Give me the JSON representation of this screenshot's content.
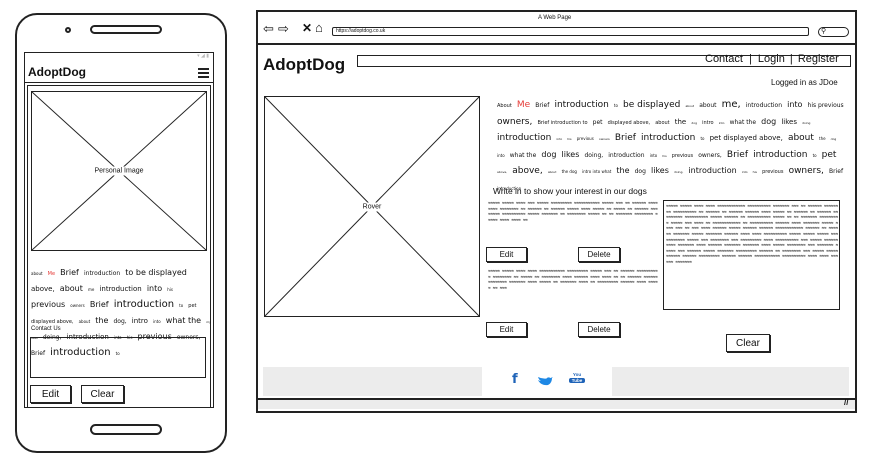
{
  "phone": {
    "logo": "AdoptDog",
    "image_label": "Personal Image",
    "bio_words": [
      {
        "t": "about",
        "s": 4
      },
      {
        "t": "Me",
        "s": 5,
        "c": "#e53935"
      },
      {
        "t": "Brief",
        "s": 8
      },
      {
        "t": "introduction",
        "s": 6
      },
      {
        "t": "to be displayed",
        "s": 8
      },
      {
        "t": "above,",
        "s": 7
      },
      {
        "t": "about",
        "s": 8
      },
      {
        "t": "me",
        "s": 4
      },
      {
        "t": "introduction",
        "s": 7
      },
      {
        "t": "into",
        "s": 8
      },
      {
        "t": "his",
        "s": 4
      },
      {
        "t": "previous",
        "s": 8
      },
      {
        "t": "owners",
        "s": 4
      },
      {
        "t": "Brief",
        "s": 8
      },
      {
        "t": "introduction",
        "s": 10
      },
      {
        "t": "to",
        "s": 4
      },
      {
        "t": "pet displayed above,",
        "s": 5
      },
      {
        "t": "about",
        "s": 4
      },
      {
        "t": "the",
        "s": 8
      },
      {
        "t": "dog,",
        "s": 6
      },
      {
        "t": "intro",
        "s": 7
      },
      {
        "t": "into",
        "s": 4
      },
      {
        "t": "what the",
        "s": 8
      },
      {
        "t": "my likes",
        "s": 3
      },
      {
        "t": "doing,",
        "s": 6
      },
      {
        "t": "introduction",
        "s": 7
      },
      {
        "t": "into",
        "s": 4
      },
      {
        "t": "his",
        "s": 4
      },
      {
        "t": "previous",
        "s": 8
      },
      {
        "t": "owners,",
        "s": 6
      },
      {
        "t": "Brief",
        "s": 6
      },
      {
        "t": "introduction",
        "s": 10
      },
      {
        "t": "to",
        "s": 4
      }
    ],
    "contact_label": "Contact Us",
    "edit_label": "Edit",
    "clear_label": "Clear"
  },
  "browser": {
    "title": "A Web Page",
    "url": "https://adoptdog.co.uk"
  },
  "site": {
    "logo": "AdoptDog",
    "nav": {
      "contact": "Contact",
      "sep1": "|",
      "login": "Login",
      "sep2": "|",
      "register": "Register"
    },
    "logged_in": "Logged in as JDoe",
    "image_label": "Rover",
    "bio_words": [
      {
        "t": "About",
        "s": 5
      },
      {
        "t": "Me",
        "s": 9,
        "c": "#e53935"
      },
      {
        "t": "Brief",
        "s": 6
      },
      {
        "t": "introduction",
        "s": 9
      },
      {
        "t": "to",
        "s": 4
      },
      {
        "t": "be displayed",
        "s": 9
      },
      {
        "t": "about",
        "s": 3
      },
      {
        "t": "about",
        "s": 6
      },
      {
        "t": "me,",
        "s": 10
      },
      {
        "t": "introduction",
        "s": 6
      },
      {
        "t": "into",
        "s": 8
      },
      {
        "t": "his previous",
        "s": 6
      },
      {
        "t": "owners,",
        "s": 9
      },
      {
        "t": "Brief introduction to",
        "s": 5
      },
      {
        "t": "pet",
        "s": 6
      },
      {
        "t": "displayed above,",
        "s": 5
      },
      {
        "t": "about",
        "s": 5
      },
      {
        "t": "the",
        "s": 7
      },
      {
        "t": "dog",
        "s": 3
      },
      {
        "t": "intro",
        "s": 5
      },
      {
        "t": "into",
        "s": 3
      },
      {
        "t": "what the",
        "s": 6
      },
      {
        "t": "dog",
        "s": 8
      },
      {
        "t": "likes",
        "s": 7
      },
      {
        "t": "doing",
        "s": 3
      },
      {
        "t": "introduction",
        "s": 9
      },
      {
        "t": "into",
        "s": 3
      },
      {
        "t": "his",
        "s": 3
      },
      {
        "t": "previous",
        "s": 4
      },
      {
        "t": "owners",
        "s": 3
      },
      {
        "t": "Brief",
        "s": 9
      },
      {
        "t": "introduction",
        "s": 9
      },
      {
        "t": "to",
        "s": 4
      },
      {
        "t": "pet displayed above,",
        "s": 7
      },
      {
        "t": "about",
        "s": 9
      },
      {
        "t": "the",
        "s": 4
      },
      {
        "t": "dog",
        "s": 3
      },
      {
        "t": "into",
        "s": 4
      },
      {
        "t": "what the",
        "s": 6
      },
      {
        "t": "dog",
        "s": 8
      },
      {
        "t": "likes",
        "s": 8
      },
      {
        "t": "doing,",
        "s": 6
      },
      {
        "t": "introduction",
        "s": 6
      },
      {
        "t": "into",
        "s": 4
      },
      {
        "t": "his",
        "s": 3
      },
      {
        "t": "previous",
        "s": 5
      },
      {
        "t": "owners,",
        "s": 6
      },
      {
        "t": "Brief",
        "s": 9
      },
      {
        "t": "introduction",
        "s": 9
      },
      {
        "t": "to",
        "s": 4
      },
      {
        "t": "pet",
        "s": 9
      },
      {
        "t": "above,",
        "s": 3
      },
      {
        "t": "above,",
        "s": 9
      },
      {
        "t": "about",
        "s": 3
      },
      {
        "t": "the dog",
        "s": 4
      },
      {
        "t": "intro into what",
        "s": 4
      },
      {
        "t": "the",
        "s": 8
      },
      {
        "t": "dog",
        "s": 6
      },
      {
        "t": "likes",
        "s": 8
      },
      {
        "t": "doing,",
        "s": 3
      },
      {
        "t": "introduction",
        "s": 8
      },
      {
        "t": "into",
        "s": 3
      },
      {
        "t": "his",
        "s": 3
      },
      {
        "t": "previous",
        "s": 5
      },
      {
        "t": "owners,",
        "s": 9
      },
      {
        "t": "Brief",
        "s": 6
      },
      {
        "t": "introduction",
        "s": 4
      }
    ],
    "interest_heading": "Write in to show your interest in our dogs",
    "edit_label": "Edit",
    "delete_label": "Delete",
    "clear_label": "Clear",
    "social": {
      "facebook": "f",
      "twitter": "twitter-icon",
      "youtube_top": "You",
      "youtube_bottom": "Tube"
    }
  }
}
